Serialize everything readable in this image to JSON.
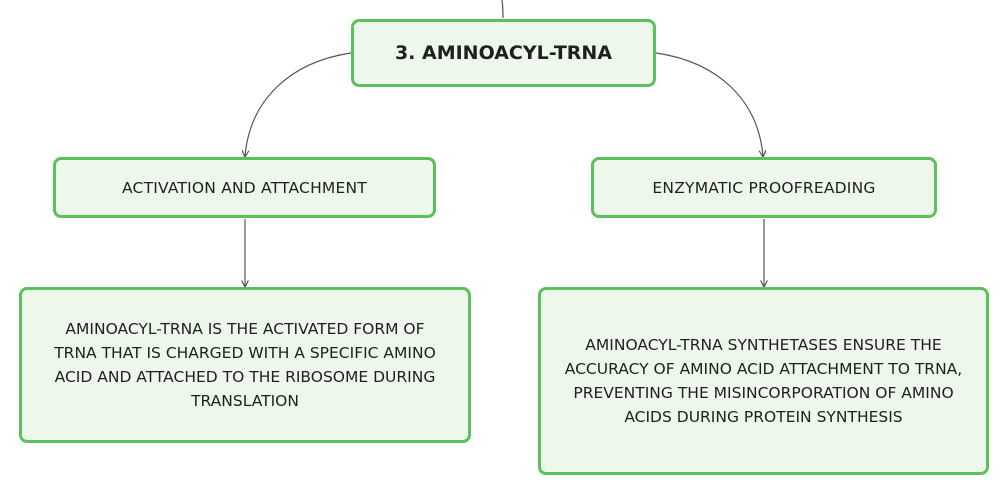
{
  "diagram": {
    "root": {
      "label": "3. AMINOACYL-TRNA"
    },
    "branches": [
      {
        "label": "ACTIVATION AND ATTACHMENT",
        "detail": "AMINOACYL-TRNA IS THE ACTIVATED FORM OF TRNA THAT IS CHARGED WITH A SPECIFIC AMINO ACID AND ATTACHED TO THE RIBOSOME DURING TRANSLATION"
      },
      {
        "label": "ENZYMATIC PROOFREADING",
        "detail": "AMINOACYL-TRNA SYNTHETASES ENSURE THE ACCURACY OF AMINO ACID ATTACHMENT TO TRNA, PREVENTING THE MISINCORPORATION OF AMINO ACIDS DURING PROTEIN SYNTHESIS"
      }
    ],
    "colors": {
      "node_border": "#5cc05c",
      "node_fill": "#eef7ec",
      "connector": "#555555",
      "text": "#1f1f1f"
    }
  }
}
